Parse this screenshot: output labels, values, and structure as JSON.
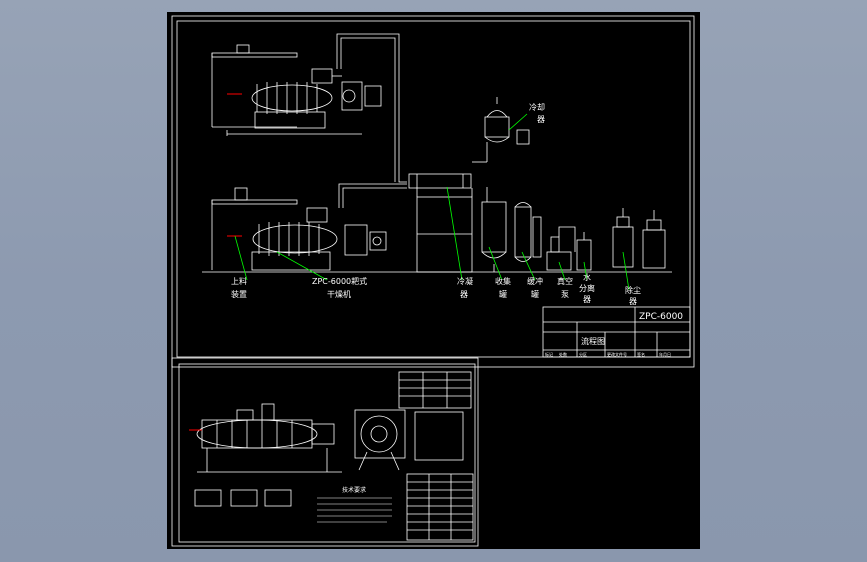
{
  "drawing": {
    "model_label": "ZPC-6000",
    "title_block_name": "流程图",
    "title_block_cells": [
      "标记",
      "处数",
      "分区",
      "更改文件号",
      "签名",
      "年月日"
    ]
  },
  "labels": {
    "feed_l1": "上料",
    "feed_l2": "装置",
    "dryer_name": "ZPC-6000耙式",
    "dryer_suffix": "干燥机",
    "condenser_l1": "冷凝",
    "condenser_l2": "器",
    "collector_l1": "收集",
    "collector_l2": "罐",
    "buffer_l1": "缓冲",
    "buffer_l2": "罐",
    "vacuum_l1": "真空",
    "vacuum_l2": "泵",
    "water_l1": "水",
    "water_l2": "分离",
    "water_l3": "器",
    "dust_l1": "除尘",
    "dust_l2": "器",
    "cold_l1": "冷却",
    "cold_l2": "器",
    "tech_req": "技术要求"
  },
  "colors": {
    "sheet": "#000000",
    "line": "#ffffff",
    "leader": "#00ff00",
    "accent": "#ff0000",
    "background": "#8d9ab0"
  }
}
